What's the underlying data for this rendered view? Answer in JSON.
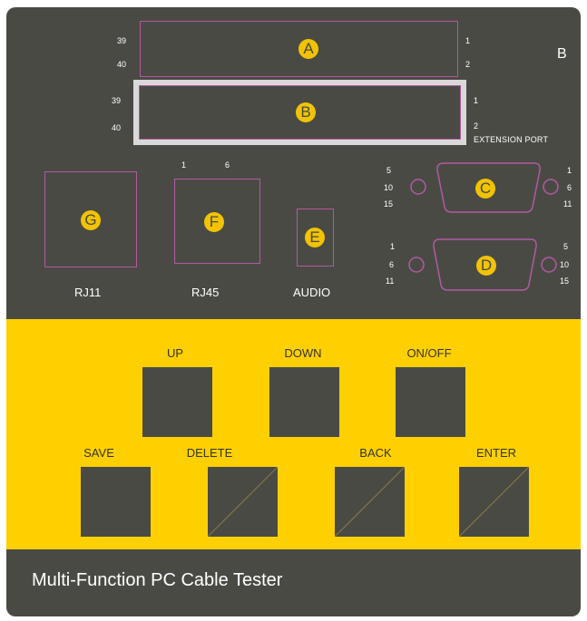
{
  "ports": {
    "a": {
      "badge": "A",
      "pin_tl": "39",
      "pin_bl": "40",
      "pin_tr": "1",
      "pin_br": "2"
    },
    "b": {
      "badge": "B",
      "pin_tl": "39",
      "pin_bl": "40",
      "pin_tr": "1",
      "pin_br": "2",
      "caption": "EXTENSION PORT"
    },
    "corner_label": "B",
    "c": {
      "badge": "C",
      "pins_left": [
        "5",
        "10",
        "15"
      ],
      "pins_right": [
        "1",
        "6",
        "11"
      ]
    },
    "d": {
      "badge": "D",
      "pins_left": [
        "1",
        "6",
        "11"
      ],
      "pins_right": [
        "5",
        "10",
        "15"
      ]
    },
    "e": {
      "badge": "E",
      "label": "AUDIO"
    },
    "f": {
      "badge": "F",
      "label": "RJ45",
      "pin_1": "1",
      "pin_6": "6"
    },
    "g": {
      "badge": "G",
      "label": "RJ11"
    }
  },
  "buttons": {
    "up": "UP",
    "down": "DOWN",
    "onoff": "ON/OFF",
    "save": "SAVE",
    "delete": "DELETE",
    "back": "BACK",
    "enter": "ENTER"
  },
  "title": "Multi-Function PC Cable Tester",
  "colors": {
    "panel": "#4a4a45",
    "button_area": "#ffd000",
    "port_outline": "#b05aa0",
    "badge": "#f2c400"
  }
}
